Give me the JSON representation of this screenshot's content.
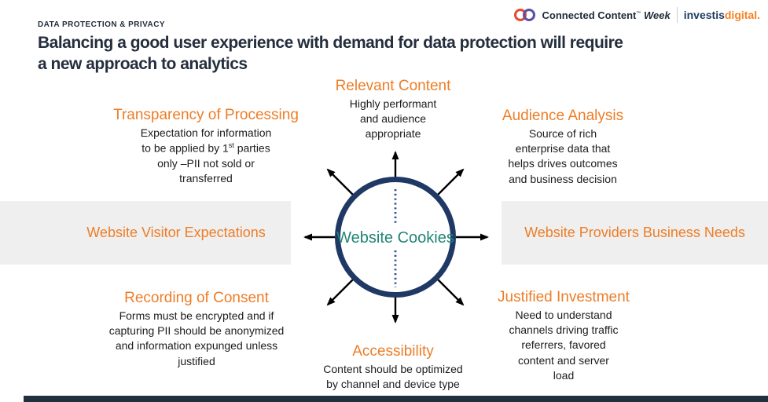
{
  "colors": {
    "accent_orange": "#ee7d27",
    "hub_navy": "#1f3864",
    "hub_teal": "#1f8577",
    "title_navy": "#242e3c",
    "band_gray": "#efefef",
    "footer_navy": "#222f3e",
    "brand_digital_orange": "#f58220"
  },
  "header": {
    "eyebrow": "DATA PROTECTION & PRIVACY",
    "title_line1": "Balancing a good user experience with demand for data protection will require",
    "title_line2": "a new approach to analytics"
  },
  "brand": {
    "name": "Connected Content",
    "tm": "™",
    "week": "Week",
    "investis": "investis",
    "digital": "digital."
  },
  "diagram": {
    "center": "Website Cookies",
    "top": {
      "heading": "Relevant Content",
      "body": "Highly performant\nand audience\nappropriate"
    },
    "top_left": {
      "heading": "Transparency of Processing",
      "body_pre": "Expectation for information\nto be applied by 1",
      "body_sup": "st",
      "body_post": " parties\nonly –PII not sold or\ntransferred"
    },
    "top_right": {
      "heading": "Audience Analysis",
      "body": "Source of rich\nenterprise data that\nhelps drives outcomes\nand business decision"
    },
    "left_band": {
      "label": "Website Visitor Expectations"
    },
    "right_band": {
      "label": "Website Providers Business Needs"
    },
    "bottom_left": {
      "heading": "Recording of Consent",
      "body": "Forms must be encrypted and if\ncapturing PII should be anonymized\nand information expunged unless\njustified"
    },
    "bottom_right": {
      "heading": "Justified Investment",
      "body": "Need to understand\nchannels driving traffic\nreferrers, favored\ncontent and server\nload"
    },
    "bottom": {
      "heading": "Accessibility",
      "body": "Content should be optimized\nby channel and device type"
    }
  }
}
